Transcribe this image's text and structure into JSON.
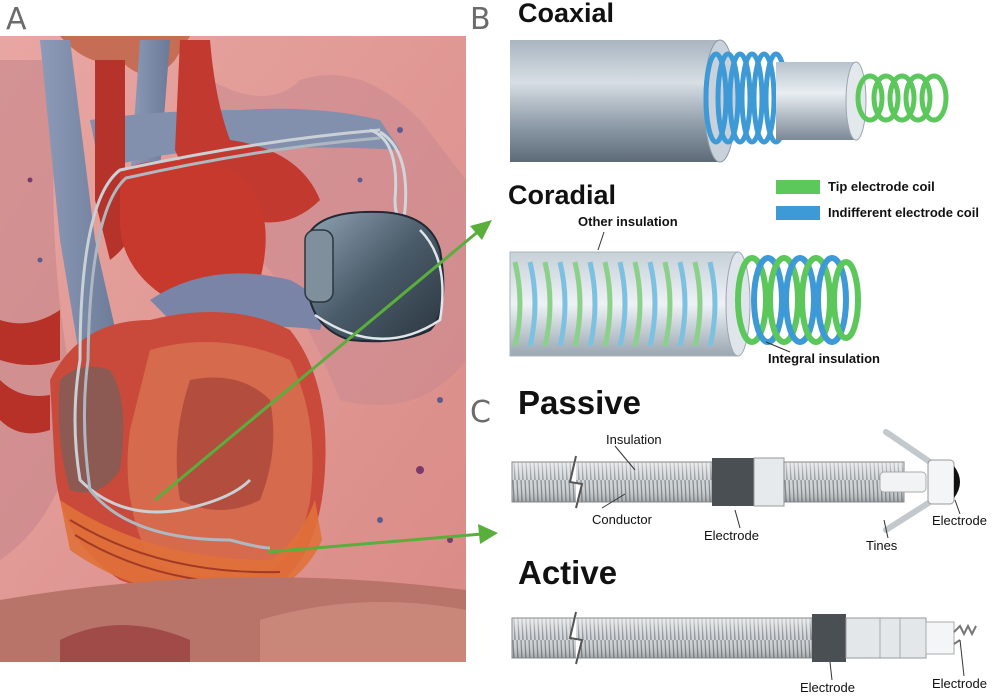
{
  "panels": {
    "a": "A",
    "b": "B",
    "c": "C"
  },
  "coaxial": {
    "title": "Coaxial"
  },
  "coradial": {
    "title": "Coradial",
    "other_insulation": "Other insulation",
    "integral_insulation": "Integral insulation"
  },
  "legend": {
    "items": [
      {
        "label": "Tip electrode coil",
        "color": "#5cc85c"
      },
      {
        "label": "Indifferent electrode coil",
        "color": "#3d9ad6"
      }
    ]
  },
  "passive": {
    "title": "Passive",
    "insulation": "Insulation",
    "conductor": "Conductor",
    "electrode": "Electrode",
    "tines": "Tines",
    "tip_electrode": "Electrode"
  },
  "active": {
    "title": "Active",
    "electrode": "Electrode",
    "tip_electrode": "Electrode"
  },
  "colors": {
    "arrow": "#5aae3c",
    "tip_coil": "#5cc85c",
    "indifferent_coil": "#3d9ad6"
  }
}
